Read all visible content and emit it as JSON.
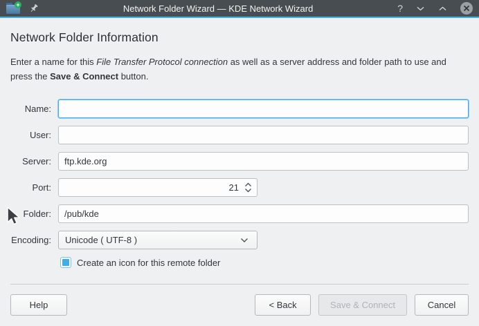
{
  "titlebar": {
    "title": "Network Folder Wizard — KDE Network Wizard",
    "help_glyph": "?"
  },
  "page": {
    "heading": "Network Folder Information",
    "description": {
      "text_1": "Enter a name for this ",
      "italic_text": "File Transfer Protocol connection",
      "text_2": " as well as a server address and folder path to use and press the ",
      "bold_text": "Save & Connect",
      "text_3": " button."
    }
  },
  "form": {
    "name": {
      "label": "Name:",
      "value": ""
    },
    "user": {
      "label": "User:",
      "value": ""
    },
    "server": {
      "label": "Server:",
      "value": "ftp.kde.org"
    },
    "port": {
      "label": "Port:",
      "value": "21"
    },
    "folder": {
      "label": "Folder:",
      "value": "/pub/kde"
    },
    "encoding": {
      "label": "Encoding:",
      "value": "Unicode ( UTF-8 )"
    },
    "create_icon_checkbox": {
      "label": "Create an icon for this remote folder",
      "checked": "true"
    }
  },
  "buttons": {
    "help": "Help",
    "back": "< Back",
    "save_connect": "Save & Connect",
    "cancel": "Cancel"
  },
  "colors": {
    "accent": "#3daee9",
    "titlebar_bg": "#484d52",
    "window_bg": "#eff0f1",
    "text": "#31363b",
    "disabled_text": "#aeb3b7",
    "checkbox_fill": "#3daee9"
  }
}
